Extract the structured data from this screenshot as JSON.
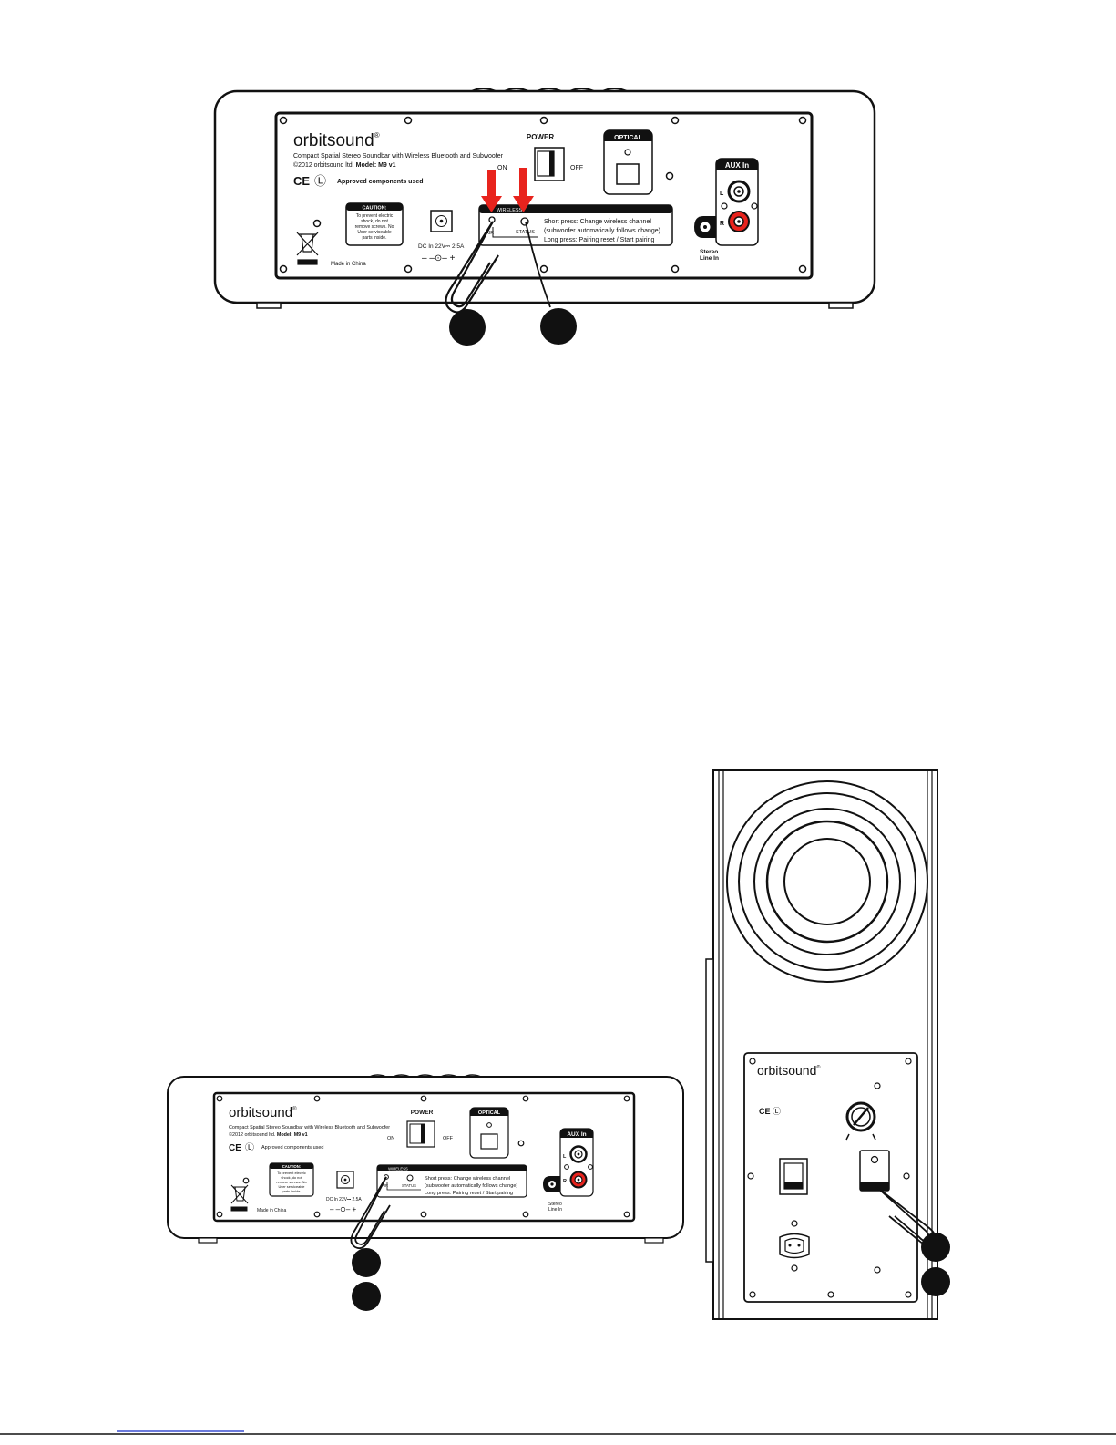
{
  "soundbar_panel": {
    "brand": "orbitsound",
    "trademark": "®",
    "description_line": "Compact Spatial Stereo Soundbar with Wireless Bluetooth and Subwoofer",
    "copyright_prefix": "©2012 orbitsound ltd.",
    "model": "Model: M9 v1",
    "approved": "Approved components used",
    "ce_mark": "CE",
    "ul_mark": "Ⓛ",
    "caution_title": "CAUTION:",
    "caution_lines": [
      "To prevent electric",
      "shock, do not",
      "remove screws. No",
      "User serviceable",
      "parts inside."
    ],
    "made_in": "Made in China",
    "dc_label": "DC In 22V⎓ 2.5A",
    "polarity": "– –⊙– +",
    "power_label": "POWER",
    "on_label": "ON",
    "off_label": "OFF",
    "optical_label": "OPTICAL",
    "aux_label": "AUX In",
    "aux_l": "L",
    "aux_r": "R",
    "stereo_line": "Stereo",
    "line_in": "Line In",
    "wireless_label": "WIRELESS",
    "pair_label": "AIR",
    "status_label": "STATUS",
    "short_press": "Short press: Change wireless channel",
    "auto_follow": "(subwoofer automatically follows change)",
    "long_press": "Long press: Pairing reset / Start pairing"
  },
  "subwoofer_panel": {
    "brand": "orbitsound",
    "trademark": "®",
    "ce_mark": "CE",
    "ul_mark": "Ⓛ"
  },
  "colors": {
    "line": "#111111",
    "arrow": "#e8231d",
    "rca_red": "#e8231d",
    "footer_link": "#3a4fd0"
  }
}
